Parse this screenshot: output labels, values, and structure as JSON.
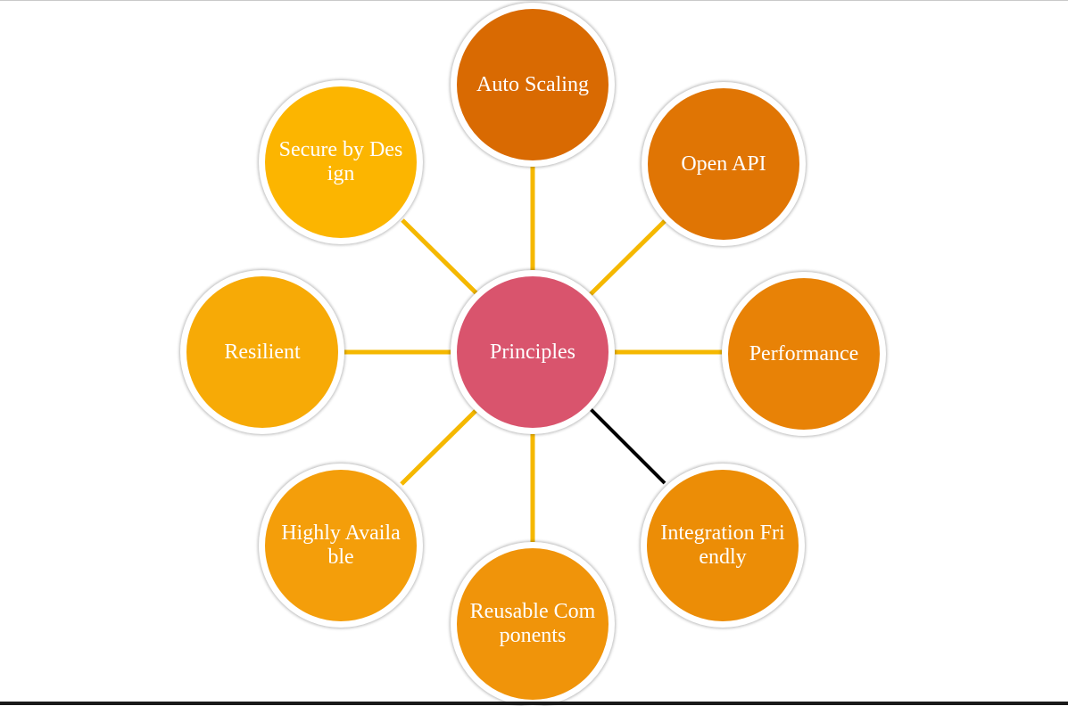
{
  "diagram": {
    "type": "radial-hub",
    "center": {
      "label": "Principles",
      "color": "#d9546d"
    },
    "nodes": [
      {
        "id": "auto-scaling",
        "label": "Auto Scaling",
        "color": "#d96a02"
      },
      {
        "id": "open-api",
        "label": "Open API",
        "color": "#e07504"
      },
      {
        "id": "performance",
        "label": "Performance",
        "color": "#e88206"
      },
      {
        "id": "integration-friendly",
        "label": "Integration Friendly",
        "color": "#ec8d06"
      },
      {
        "id": "reusable-components",
        "label": "Reusable Components",
        "color": "#f0940a"
      },
      {
        "id": "highly-available",
        "label": "Highly Available",
        "color": "#f49e0a"
      },
      {
        "id": "resilient",
        "label": "Resilient",
        "color": "#f7aa06"
      },
      {
        "id": "secure-by-design",
        "label": "Secure by Design",
        "color": "#fcb500"
      }
    ],
    "connector_color": "#f5b800",
    "selected_connector_color": "#000000",
    "selected_connector": "integration-friendly"
  }
}
